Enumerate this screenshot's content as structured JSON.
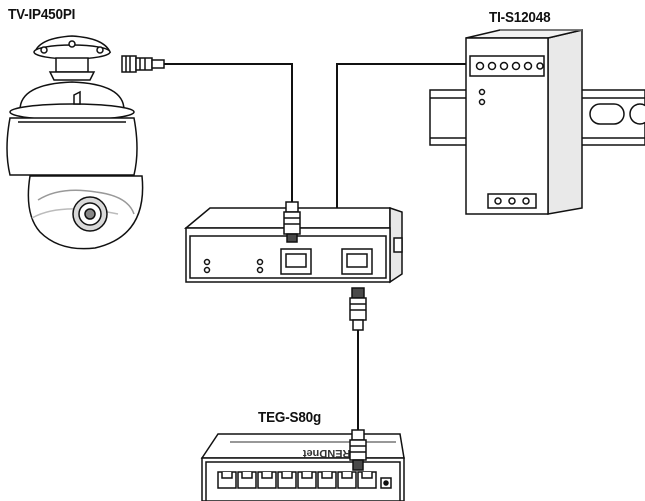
{
  "devices": {
    "camera": {
      "model": "TV-IP450PI"
    },
    "power_supply": {
      "model": "TI-S12048"
    },
    "switch": {
      "model": "TEG-S80g",
      "brand_print": "TRENDnet"
    }
  },
  "colors": {
    "line": "#111111",
    "fill": "#ffffff",
    "shade": "#e6e6e6",
    "dark": "#4a4a4a"
  }
}
